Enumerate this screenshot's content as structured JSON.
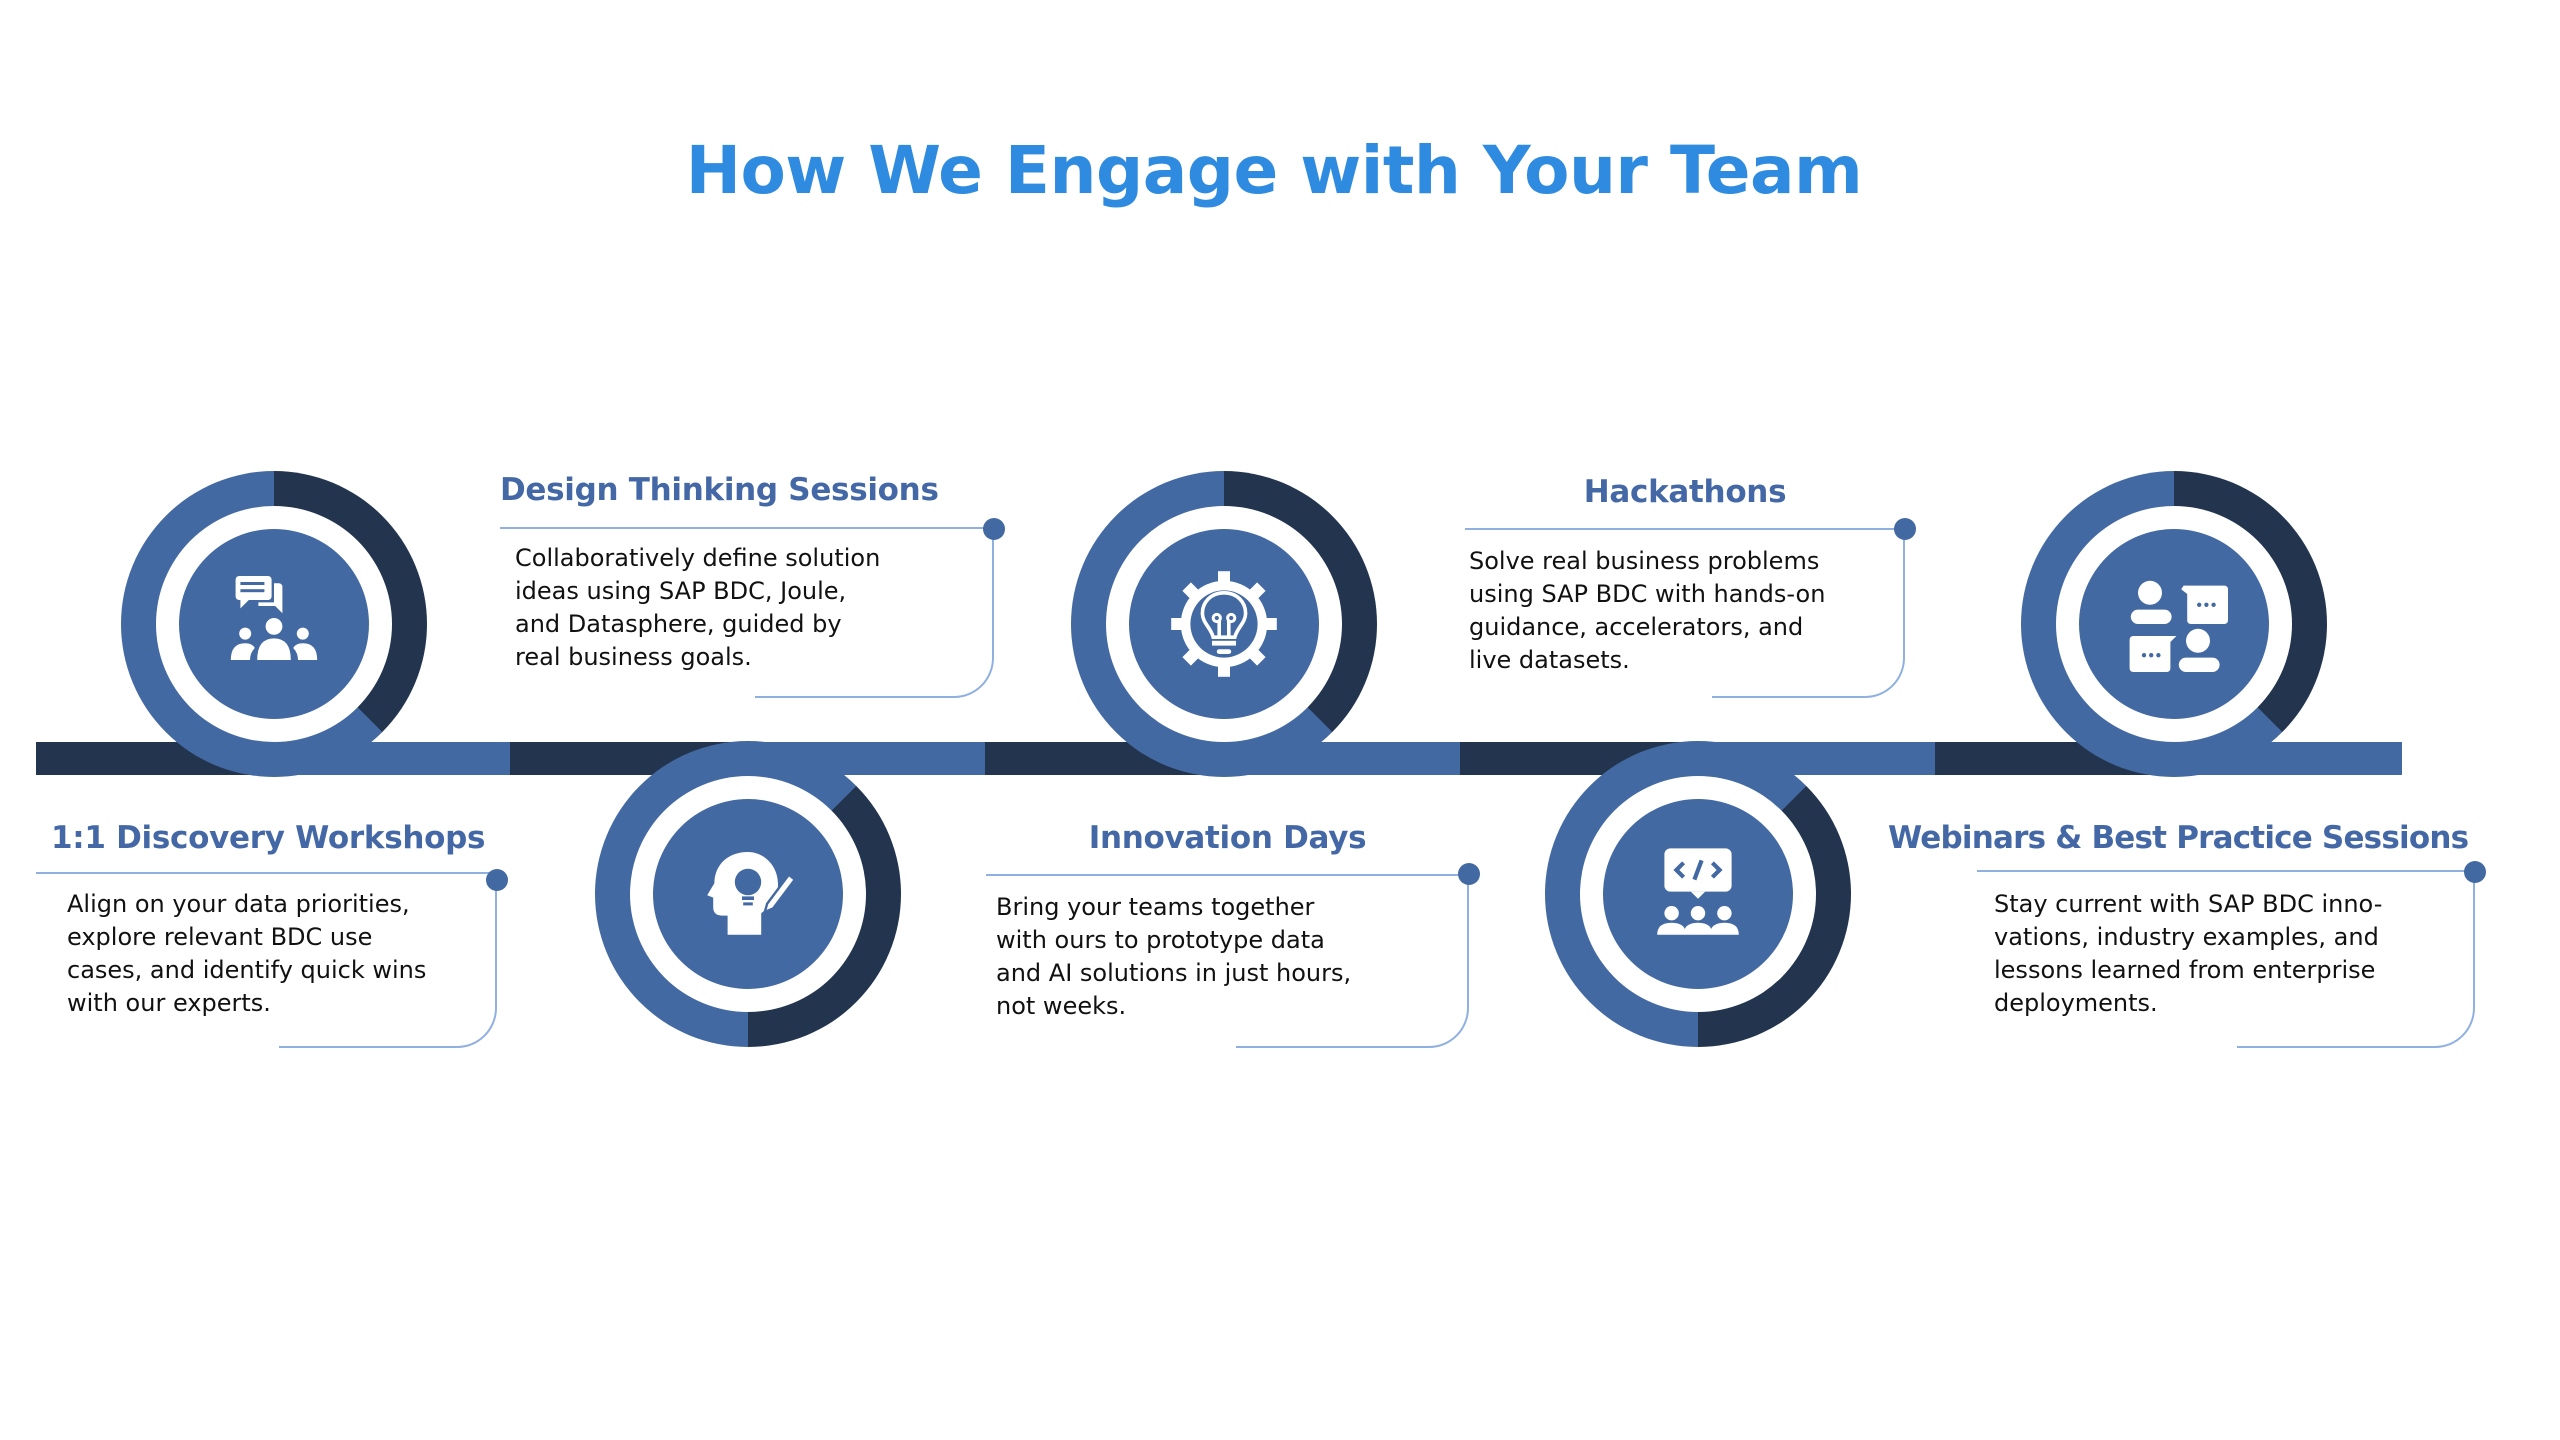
{
  "title": "How We Engage with Your Team",
  "colors": {
    "title": "#2F8BE0",
    "heading": "#4468A6",
    "ring_blue": "#4369A2",
    "ring_dark": "#23344F",
    "connector": "#8FB0E0"
  },
  "items": [
    {
      "title": "1:1 Discovery Workshops",
      "icon": "people-chat-icon",
      "lines": [
        "Align on your data priorities,",
        "explore relevant BDC use",
        "cases, and identify quick wins",
        "with our experts."
      ]
    },
    {
      "title": "Design Thinking Sessions",
      "icon": "head-lightbulb-pencil-icon",
      "lines": [
        "Collaboratively define solution",
        "ideas using SAP BDC, Joule,",
        "and Datasphere, guided by",
        "real business goals."
      ]
    },
    {
      "title": "Innovation Days",
      "icon": "gear-lightbulb-icon",
      "lines": [
        "Bring your teams together",
        "with ours to prototype data",
        "and AI solutions in just hours,",
        "not weeks."
      ]
    },
    {
      "title": "Hackathons",
      "icon": "code-presentation-icon",
      "lines": [
        "Solve real business problems",
        "using SAP BDC with hands-on",
        "guidance, accelerators, and",
        "live datasets."
      ]
    },
    {
      "title": "Webinars & Best Practice Sessions",
      "icon": "conversation-icon",
      "lines": [
        "Stay current with SAP BDC inno-",
        "vations, industry examples, and",
        "lessons learned from enterprise",
        "deployments."
      ]
    }
  ]
}
